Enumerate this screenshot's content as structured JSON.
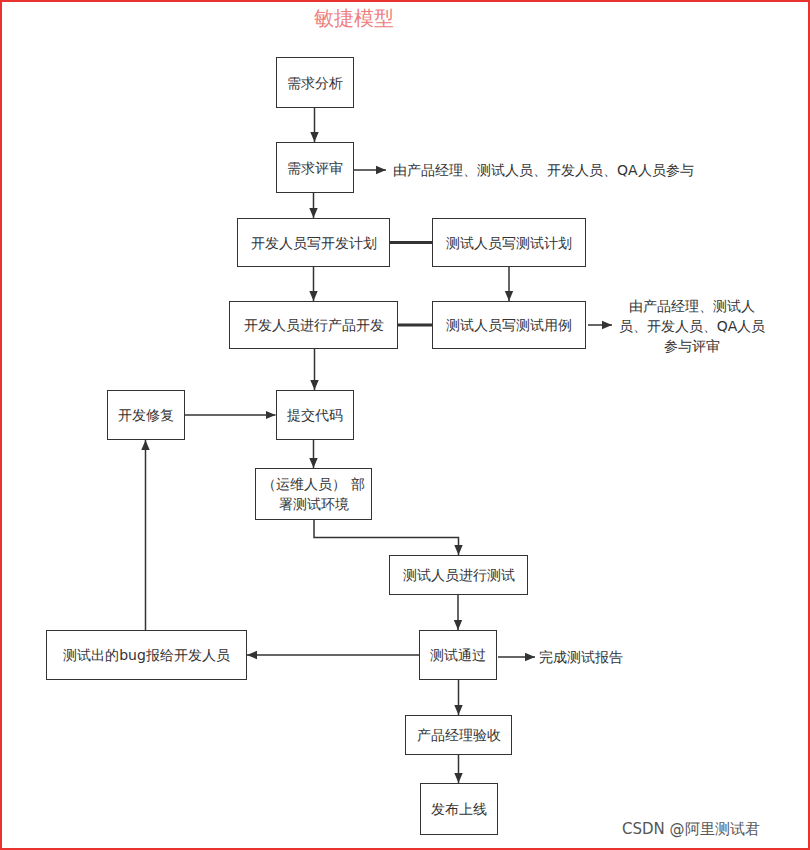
{
  "diagram": {
    "title": "敏捷模型",
    "nodes": [
      {
        "text": [
          "需求分析"
        ]
      },
      {
        "text": [
          "需求评审"
        ]
      },
      {
        "text": [
          "开发人员写开发计划"
        ]
      },
      {
        "text": [
          "测试人员写测试计划"
        ]
      },
      {
        "text": [
          "开发人员进行产品开发"
        ]
      },
      {
        "text": [
          "测试人员写测试用例"
        ]
      },
      {
        "text": [
          "开发修复"
        ]
      },
      {
        "text": [
          "提交代码"
        ]
      },
      {
        "text": [
          "（运维人员） 部署测试环境"
        ]
      },
      {
        "text": [
          "测试人员进行测试"
        ]
      },
      {
        "text": [
          "测试出的bug报给开发人员"
        ]
      },
      {
        "text": [
          "测试通过"
        ]
      },
      {
        "text": [
          "产品经理验收"
        ]
      },
      {
        "text": [
          "发布上线"
        ]
      }
    ],
    "edges": [
      {
        "from": 0,
        "to": 1,
        "arrow": "to"
      },
      {
        "from": 1,
        "to": 2,
        "arrow": "to"
      },
      {
        "from": 2,
        "to": 3,
        "arrow": "none"
      },
      {
        "from": 2,
        "to": 4,
        "arrow": "to"
      },
      {
        "from": 3,
        "to": 5,
        "arrow": "to"
      },
      {
        "from": 4,
        "to": 5,
        "arrow": "none"
      },
      {
        "from": 4,
        "to": 7,
        "arrow": "to"
      },
      {
        "from": 6,
        "to": 7,
        "arrow": "to"
      },
      {
        "from": 7,
        "to": 8,
        "arrow": "to"
      },
      {
        "from": 8,
        "to": 9,
        "arrow": "to"
      },
      {
        "from": 9,
        "to": 11,
        "arrow": "to"
      },
      {
        "from": 11,
        "to": 10,
        "arrow": "to"
      },
      {
        "from": 10,
        "to": 6,
        "arrow": "to"
      },
      {
        "from": 11,
        "to": 12,
        "arrow": "to"
      },
      {
        "from": 12,
        "to": 13,
        "arrow": "to"
      }
    ],
    "labels": [
      "由产品经理、测试人员、开发人员、QA人员参与",
      "由产品经理、测试人员、开发人员、QA人员参与评审",
      "完成测试报告",
      "CSDN @阿里测试君"
    ]
  }
}
